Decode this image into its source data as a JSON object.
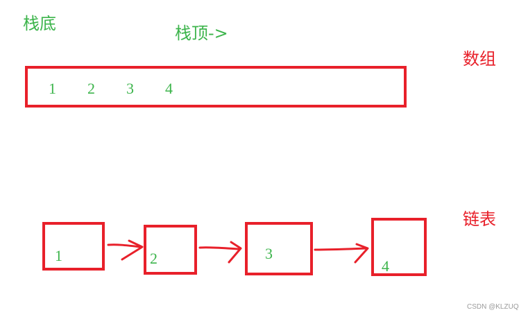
{
  "colors": {
    "green": "#3cb44b",
    "red": "#e8202a"
  },
  "stack": {
    "bottom_label": "栈底",
    "top_label": "栈顶->"
  },
  "array": {
    "label": "数组",
    "items": [
      "1",
      "2",
      "3",
      "4"
    ]
  },
  "linked_list": {
    "label": "链表",
    "nodes": [
      "1",
      "2",
      "3",
      "4"
    ]
  },
  "watermark": "CSDN @KLZUQ"
}
